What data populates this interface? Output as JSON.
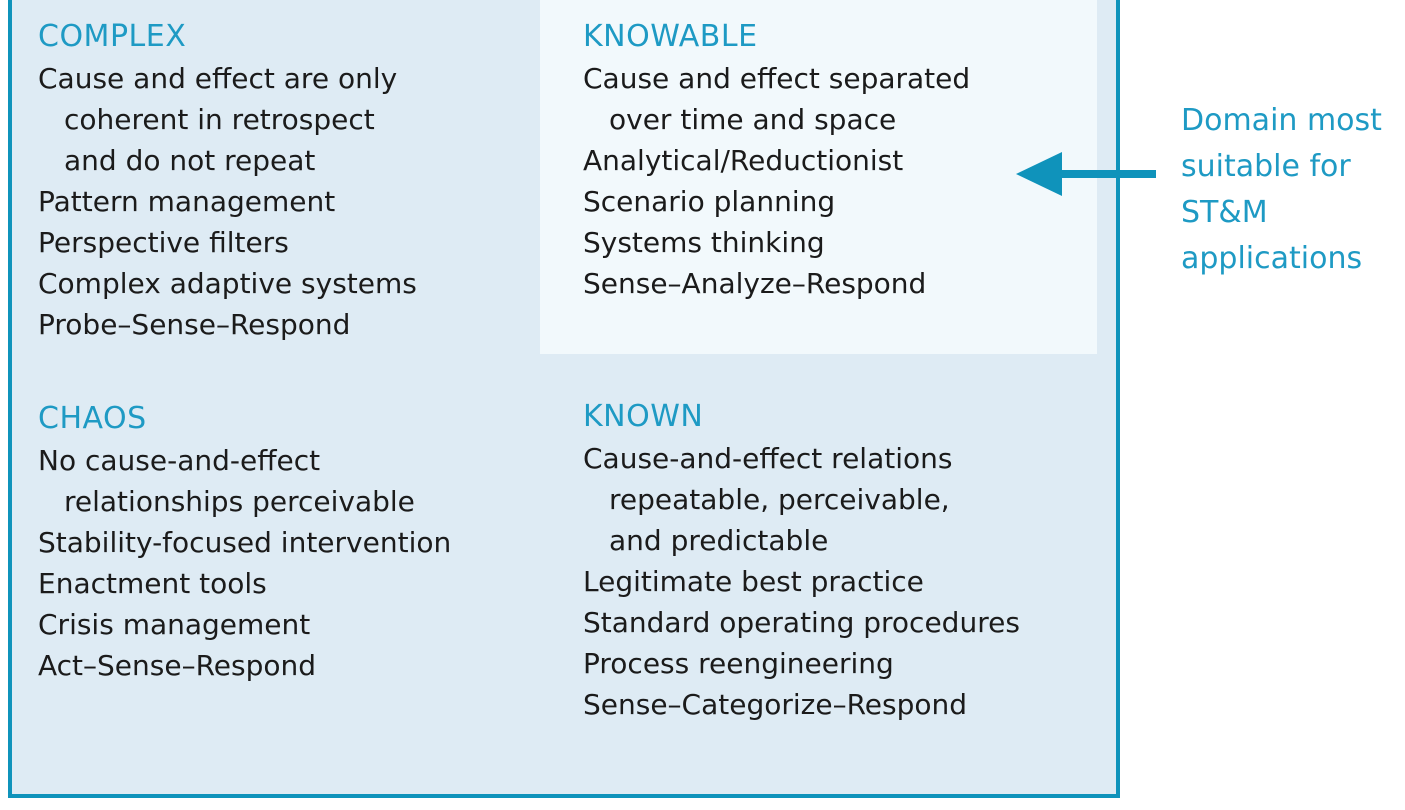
{
  "colors": {
    "accent_text": "#1e9ac4",
    "border_and_arrow": "#0f93bb",
    "outer_background": "#deebf4",
    "knowable_background": "#f2f9fc",
    "body_text": "#1b1b1b"
  },
  "quadrants": [
    {
      "id": "complex",
      "title": "COMPLEX",
      "lines": [
        "Cause and effect are only",
        "coherent in retrospect",
        "and do not repeat",
        "Pattern management",
        "Perspective filters",
        "Complex adaptive systems",
        "Probe–Sense–Respond"
      ]
    },
    {
      "id": "knowable",
      "title": "KNOWABLE",
      "lines": [
        "Cause and effect separated",
        "over time and space",
        "Analytical/Reductionist",
        "Scenario planning",
        "Systems thinking",
        "Sense–Analyze–Respond"
      ]
    },
    {
      "id": "chaos",
      "title": "CHAOS",
      "lines": [
        "No cause-and-effect",
        "relationships perceivable",
        "Stability-focused intervention",
        "Enactment tools",
        "Crisis management",
        "Act–Sense–Respond"
      ]
    },
    {
      "id": "known",
      "title": "KNOWN",
      "lines": [
        "Cause-and-effect relations",
        "repeatable, perceivable,",
        "and predictable",
        "Legitimate best practice",
        "Standard operating procedures",
        "Process reengineering",
        "Sense–Categorize–Respond"
      ]
    }
  ],
  "annotation": {
    "lines": [
      "Domain most",
      "suitable for",
      "ST&M",
      "applications"
    ]
  },
  "arrow": {
    "icon": "left-arrow-icon",
    "points_to": "knowable"
  }
}
